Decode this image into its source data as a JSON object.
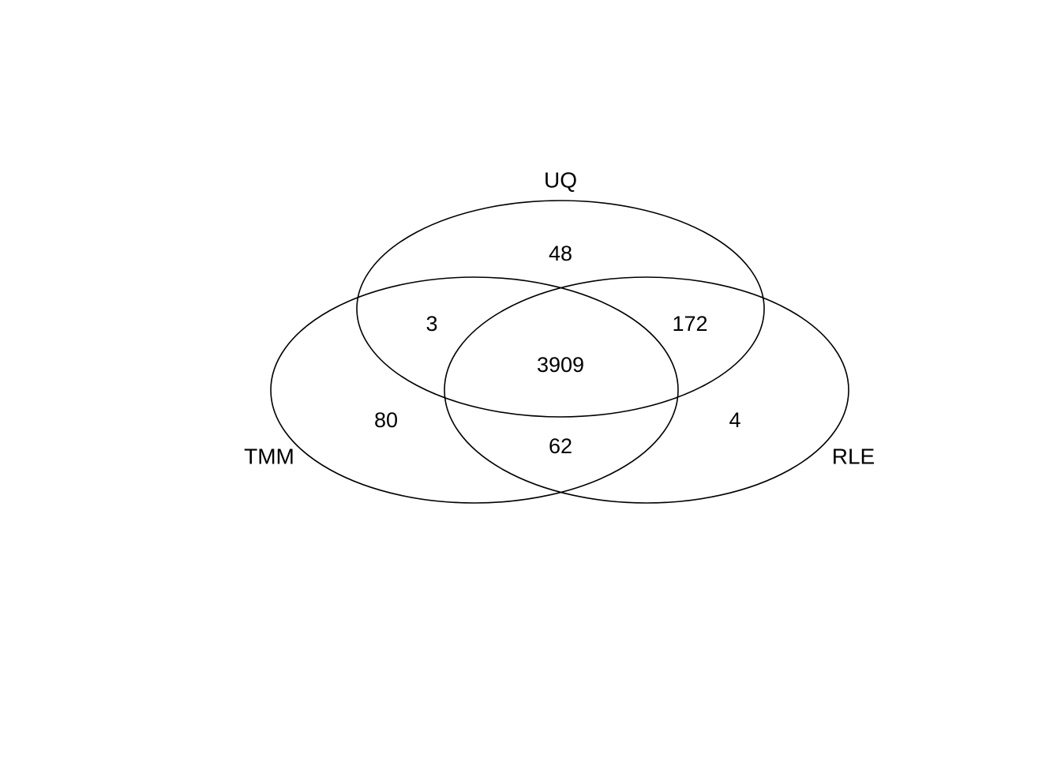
{
  "venn": {
    "set_labels": {
      "uq": "UQ",
      "tmm": "TMM",
      "rle": "RLE"
    },
    "counts": {
      "uq_only": "48",
      "uq_tmm": "3",
      "uq_rle": "172",
      "all_three": "3909",
      "tmm_only": "80",
      "rle_only": "4",
      "tmm_rle": "62"
    },
    "stroke_color": "#000000",
    "background_color": "#ffffff"
  },
  "chart_data": {
    "type": "venn",
    "title": "",
    "sets": [
      "UQ",
      "TMM",
      "RLE"
    ],
    "regions": [
      {
        "sets": [
          "UQ"
        ],
        "label": "UQ only",
        "value": 48
      },
      {
        "sets": [
          "TMM"
        ],
        "label": "TMM only",
        "value": 80
      },
      {
        "sets": [
          "RLE"
        ],
        "label": "RLE only",
        "value": 4
      },
      {
        "sets": [
          "UQ",
          "TMM"
        ],
        "label": "UQ and TMM only",
        "value": 3
      },
      {
        "sets": [
          "UQ",
          "RLE"
        ],
        "label": "UQ and RLE only",
        "value": 172
      },
      {
        "sets": [
          "TMM",
          "RLE"
        ],
        "label": "TMM and RLE only",
        "value": 62
      },
      {
        "sets": [
          "UQ",
          "TMM",
          "RLE"
        ],
        "label": "UQ and TMM and RLE",
        "value": 3909
      }
    ],
    "legend_position": "none",
    "grid": false
  }
}
